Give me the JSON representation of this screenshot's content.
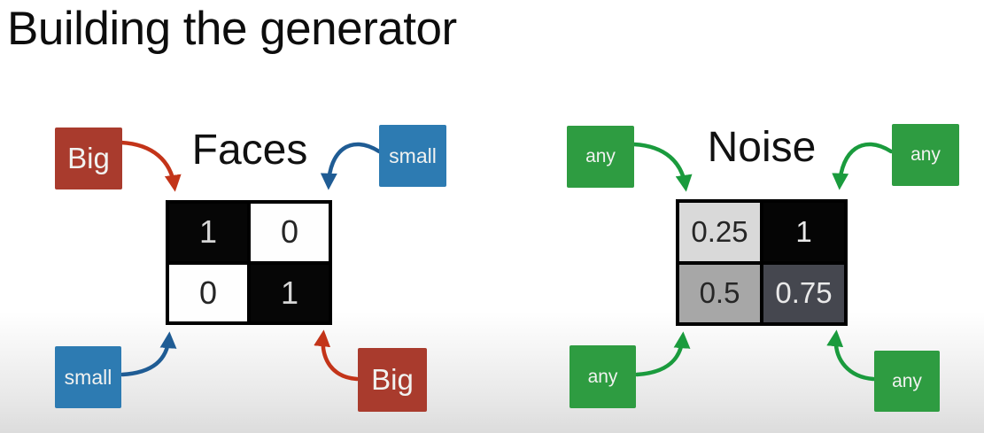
{
  "title": "Building the generator",
  "colors": {
    "big_box": "#a93b2d",
    "small_box": "#2d7bb2",
    "any_box": "#2e9c41",
    "box_text": "#f1f2f0",
    "arrow_red": "#c33419",
    "arrow_blue": "#1f5c94",
    "arrow_green": "#1a9b3d",
    "matrix_frame": "#000000"
  },
  "faces": {
    "title": "Faces",
    "corner_labels": {
      "top_left": "Big",
      "top_right": "small",
      "bottom_left": "small",
      "bottom_right": "Big"
    },
    "matrix": {
      "cells": [
        {
          "value": "1",
          "bg": "#060606",
          "fg": "#d6d6d6"
        },
        {
          "value": "0",
          "bg": "#fefefe",
          "fg": "#262626"
        },
        {
          "value": "0",
          "bg": "#fefefe",
          "fg": "#262626"
        },
        {
          "value": "1",
          "bg": "#060606",
          "fg": "#d6d6d6"
        }
      ]
    }
  },
  "noise": {
    "title": "Noise",
    "corner_labels": {
      "top_left": "any",
      "top_right": "any",
      "bottom_left": "any",
      "bottom_right": "any"
    },
    "matrix": {
      "cells": [
        {
          "value": "0.25",
          "bg": "#d9d9d9",
          "fg": "#262626"
        },
        {
          "value": "1",
          "bg": "#050505",
          "fg": "#e9e9e9"
        },
        {
          "value": "0.5",
          "bg": "#a7a7a7",
          "fg": "#262626"
        },
        {
          "value": "0.75",
          "bg": "#45474f",
          "fg": "#e9e9e9"
        }
      ]
    }
  }
}
